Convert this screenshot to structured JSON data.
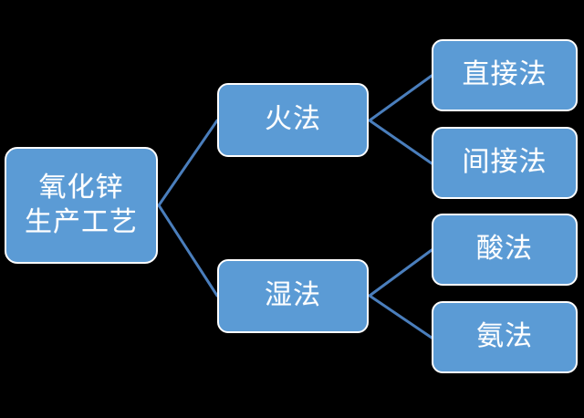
{
  "diagram": {
    "title": "氧化锌生产工艺",
    "type": "tree",
    "orientation": "left-to-right",
    "colors": {
      "background": "#000000",
      "node_fill": "#5B9BD5",
      "node_border": "#FFFFFF",
      "node_text": "#FFFFFF",
      "connector": "#4A7EBC"
    },
    "root": {
      "label": "氧化锌\n生产工艺",
      "name": "root-node"
    },
    "branches": [
      {
        "label": "火法",
        "name": "branch-pyrometallurgy",
        "children": [
          {
            "label": "直接法",
            "name": "leaf-direct-method"
          },
          {
            "label": "间接法",
            "name": "leaf-indirect-method"
          }
        ]
      },
      {
        "label": "湿法",
        "name": "branch-hydrometallurgy",
        "children": [
          {
            "label": "酸法",
            "name": "leaf-acid-method"
          },
          {
            "label": "氨法",
            "name": "leaf-ammonia-method"
          }
        ]
      }
    ]
  }
}
